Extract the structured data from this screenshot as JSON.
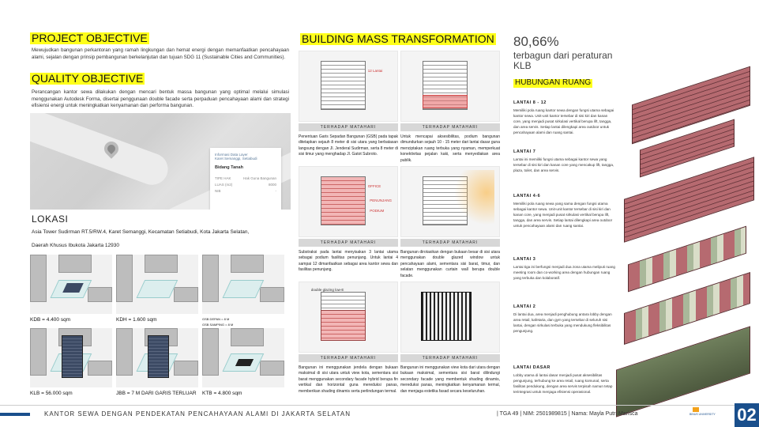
{
  "project_objective": {
    "title": "PROJECT OBJECTIVE",
    "text": "Mewujudkan bangunan perkantoran yang ramah lingkungan dan hemat energi dengan memanfaatkan pencahayaan alami, sejalan dengan prinsip pembangunan berkelanjutan dan tujuan SDG 11 (Sustainable Cities and Communities)."
  },
  "quality_objective": {
    "title": "QUALITY OBJECTIVE",
    "text": "Perancangan kantor sewa dilakukan dengan mencari bentuk massa bangunan yang optimal melalui simulasi menggunakan Autodesk Forma, disertai penggunaan double facade serta perpaduan pencahayaan alami dan strategi efisiensi energi untuk meningkatkan kenyamanan dan performa bangunan."
  },
  "map_card": {
    "title": "Informasi Data Layer",
    "subtitle": "Karet Semanggi, Setiabudi",
    "heading": "Bidang Tanah",
    "rows": [
      [
        "TIPE HAK",
        "Hak Guna Bangunan"
      ],
      [
        "LUAS (m2)",
        "8000"
      ],
      [
        "NIB",
        "-"
      ]
    ]
  },
  "lokasi": {
    "title": "LOKASI",
    "address_line1": "Asia Tower Sudirman RT.5/RW.4, Karet Semanggi, Kecamatan Setiabudi, Kota Jakarta Selatan,",
    "address_line2": "Daerah Khusus Ibukota Jakarta 12930"
  },
  "regulations": [
    {
      "label": "KDB = 4.400 sqm"
    },
    {
      "label": "KDH = 1.600 sqm"
    },
    {
      "label": "GSB DEPAN = 8 M",
      "label2": "GSB SAMPING = 8 M"
    },
    {
      "label": "KLB = 56.000 sqm"
    },
    {
      "label": "JBB = 7 M DARI GARIS TERLUAR"
    },
    {
      "label": "KTB = 4.800 sqm"
    }
  ],
  "mass": {
    "title": "BUILDING MASS TRANSFORMATION",
    "steps": [
      {
        "bar": "TERHADAP MATAHARI",
        "annot": "12 Lantai",
        "text": "Penentuan Garis Sepadan Bangunan (GSB) pada tapak ditetapkan sejauh 8 meter di sisi utara yang berbatasan langsung dengan Jl. Jenderal Sudirman, serta 8 meter di sisi timur yang menghadap Jl. Gatot Subroto."
      },
      {
        "bar": "TERHADAP MATAHARI",
        "text": "Untuk mencapai aksesibilitas, podium bangunan dimundurkan sejauh 10 - 15 meter dari lantai dasar guna menciptakan ruang terbuka yang nyaman, memperkuat konektivitas pejalan kaki, serta menyediakan area publik."
      },
      {
        "bar": "TERHADAP MATAHARI",
        "annot": "OFFICE",
        "annot2": "PENUNJANG",
        "annot3": "PODIUM",
        "text": "Substraksi pada lantai menyisakan 3 lantai utama sebagai podium fasilitas penunjang. Untuk lantai 4 sampai 12 dimanfaatkan sebagai area kantor sewa dan fasilitas penunjang."
      },
      {
        "bar": "TERHADAP MATAHARI",
        "text": "Bangunan dirotasikan dengan bukaan besar di sisi utara menggunakan double glazed window untuk pencahayaan alami, sementara sisi barat, timur, dan selatan menggunakan curtain wall berupa double facade."
      },
      {
        "bar": "TERHADAP MATAHARI",
        "annot": "double glazing low-E",
        "text": "Bangunan ini menggunakan jendela dengan bukaan maksimal di sisi utara untuk view kota, sementara sisi barat menggunakan secondary facade hybrid berupa fin vertikal dan horizontal guna mereduksi panas, memberikan shading dinamis serta perlindungan termal."
      },
      {
        "bar": "TERHADAP MATAHARI",
        "text": "Bangunan ini menggunakan view kota dari utara dengan bukaan maksimal, sementara sisi barat dilindungi secondary facade yang membentuk shading dinamis, mereduksi panas, meningkatkan kenyamanan termal, dan menjaga estetika fasad secara keseluruhan."
      }
    ]
  },
  "klb": {
    "value": "80,66%",
    "label": "terbagun dari peraturan KLB"
  },
  "hubungan": {
    "title": "HUBUNGAN RUANG",
    "floors": [
      {
        "name": "LANTAI 8 - 12",
        "text": "Memiliki pola ruang kantor sewa dengan fungsi utama sebagai kantor sewa. Unit-unit kantor tersebar di sisi kiri dan kanan core, yang menjadi pusat sirkulasi vertikal berupa lift, tangga, dan area servis. Setiap lantai dilengkapi area outdoor untuk pencahayaan alami dan ruang santai."
      },
      {
        "name": "LANTAI 7",
        "text": "Lantai ini memiliki fungsi utama sebagai kantor sewa yang tersebar di sisi kiri dan kanan core yang mencakup lift, tangga, plaza, toilet, dan area servis."
      },
      {
        "name": "LANTAI 4-6",
        "text": "Memiliki pola ruang sewa yang sama dengan fungsi utama sebagai kantor sewa. Unit-unit kantor tersebar di sisi kiri dan kanan core, yang menjadi pusat sirkulasi vertikal berupa lift, tangga, dan area servis. Setiap lantai dilengkapi area outdoor untuk pencahayaan alami dan ruang santai."
      },
      {
        "name": "LANTAI 3",
        "text": "Lantai tiga ini berfungsi menjadi dua zona utama meliputi ruang meeting room dan co-working area dengan hubungan ruang yang terbuka dan kolaboratif."
      },
      {
        "name": "LANTAI 2",
        "text": "Di lantai dua, area menjadi penghubung antara lobby dengan area retail, kafetaria, dan gym yang tersebar di seluruh sisi lantai, dengan sirkulasi terbuka yang mendukung fleksibilitas pengunjung."
      },
      {
        "name": "LANTAI DASAR",
        "text": "Lobby utama di lantai dasar menjadi pusat aksesibilitas pengunjung, terhubung ke area retail, ruang komunal, serta fasilitas pendukung, dengan area servis terpisah namun tetap terintegrasi untuk menjaga efisiensi operasional."
      }
    ]
  },
  "footer": {
    "title": "KANTOR SEWA DENGAN PENDEKATAN PENCAHAYAAN ALAMI DI JAKARTA SELATAN",
    "info": "| TGA 49 | NIM: 2501989815 | Nama: Mayla Putri Marisca",
    "logo_text": "BINUS UNIVERSITY",
    "page": "02"
  },
  "colors": {
    "highlight": "#ffff1a",
    "accent": "#1a4f8c",
    "mass_red": "#e98585",
    "floor_brick": "#b66a70"
  }
}
